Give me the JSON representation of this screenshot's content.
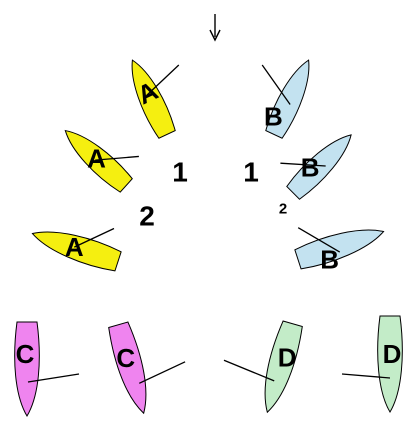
{
  "wind_indicator": {
    "icon": "wind-arrow-icon",
    "direction": "down"
  },
  "colors": {
    "boat_A": "#f5ef10",
    "boat_B": "#c3e2f0",
    "boat_C": "#ef84ef",
    "boat_D": "#c3ecc8",
    "outline": "#000000"
  },
  "boats": [
    {
      "id": "A-position-1",
      "label": "A",
      "color_key": "boat_A"
    },
    {
      "id": "A-position-2",
      "label": "A",
      "color_key": "boat_A"
    },
    {
      "id": "A-position-3",
      "label": "A",
      "color_key": "boat_A"
    },
    {
      "id": "B-position-1",
      "label": "B",
      "color_key": "boat_B"
    },
    {
      "id": "B-position-2",
      "label": "B",
      "color_key": "boat_B"
    },
    {
      "id": "B-position-3",
      "label": "B",
      "color_key": "boat_B"
    },
    {
      "id": "C-left",
      "label": "C",
      "color_key": "boat_C"
    },
    {
      "id": "C-right",
      "label": "C",
      "color_key": "boat_C"
    },
    {
      "id": "D-left",
      "label": "D",
      "color_key": "boat_D"
    },
    {
      "id": "D-right",
      "label": "D",
      "color_key": "boat_D"
    }
  ],
  "position_numbers": {
    "a_first": "1",
    "a_second": "2",
    "b_first": "1",
    "b_second": "2"
  }
}
